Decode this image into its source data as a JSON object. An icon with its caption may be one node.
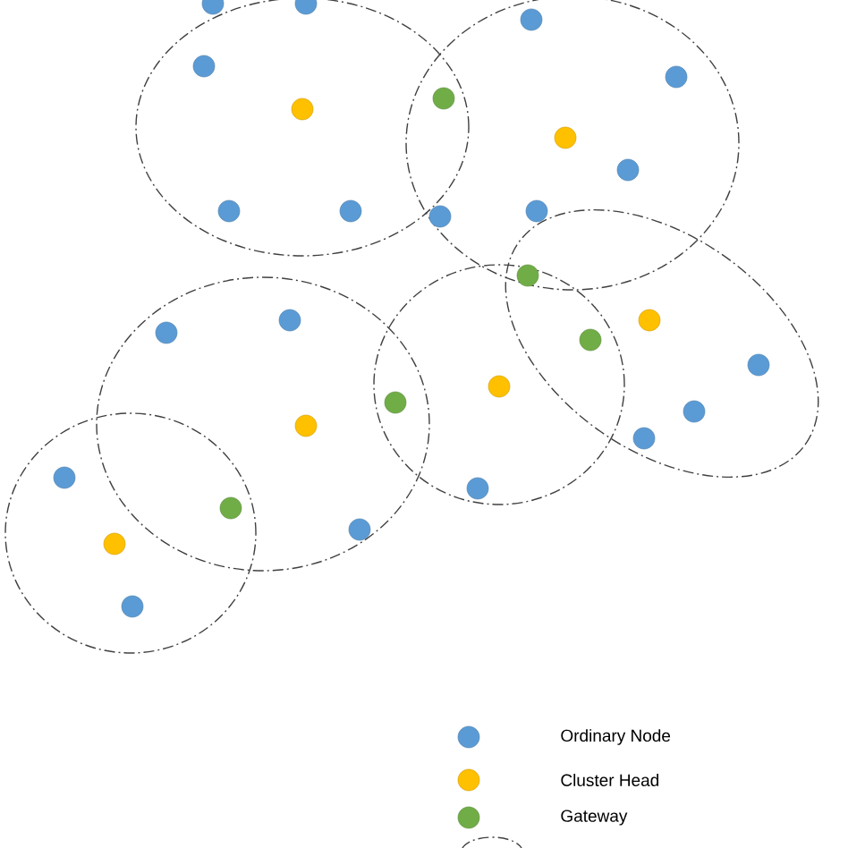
{
  "diagram": {
    "legend": [
      {
        "text": "Ordinary Node",
        "color": "#5b9bd5"
      },
      {
        "text": "Cluster Head",
        "color": "#ffc000"
      },
      {
        "text": "Gateway",
        "color": "#70ad47"
      }
    ]
  }
}
